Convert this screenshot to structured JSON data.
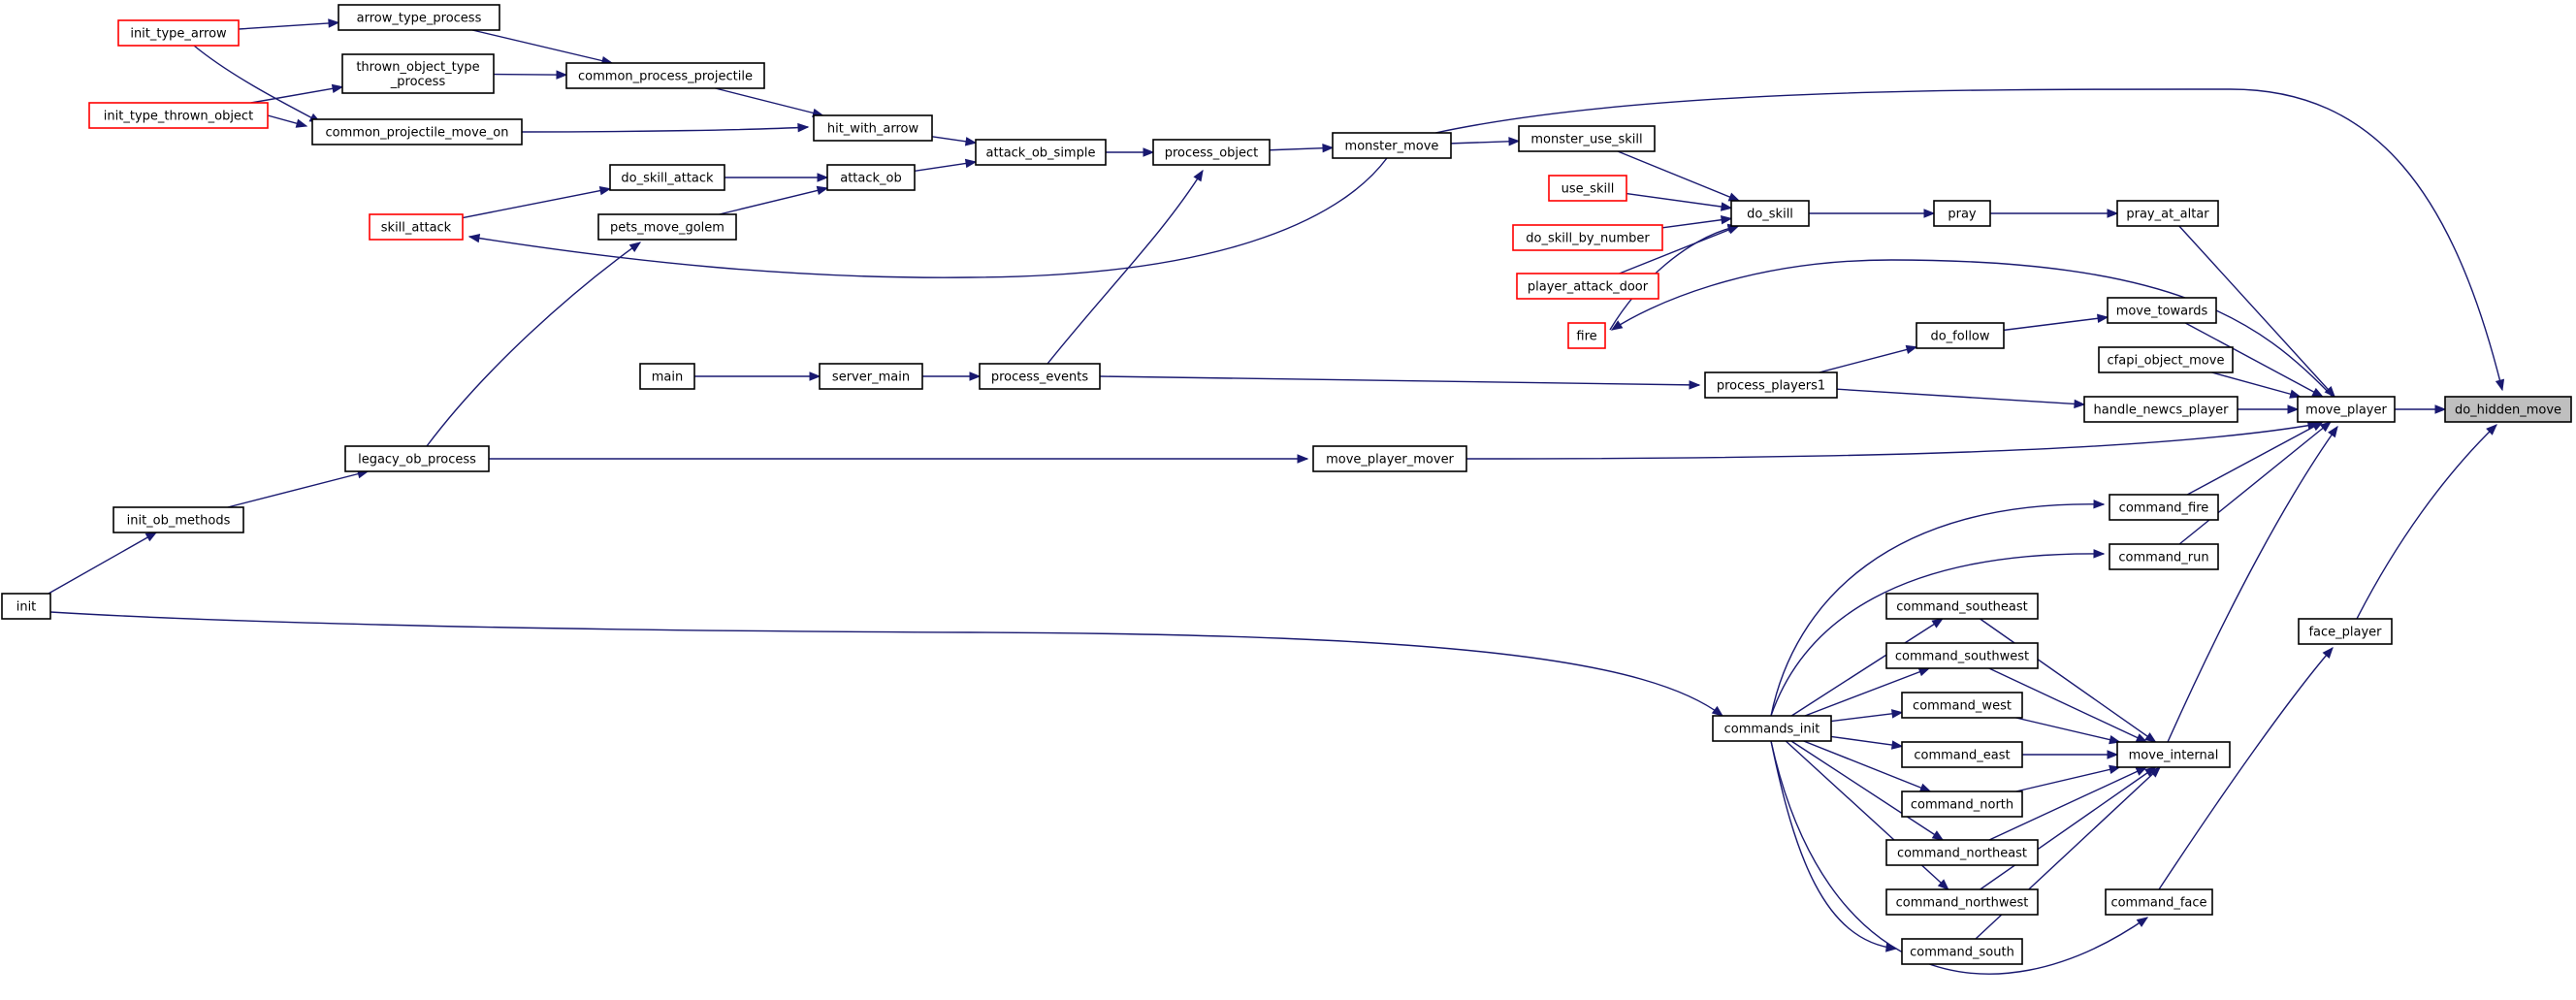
{
  "graph": {
    "title": "do_hidden_move",
    "colors": {
      "edge": "#191970",
      "node_border": "#000000",
      "truncated_border": "#ff0000",
      "root_fill": "#bfbfbf",
      "node_fill": "#ffffff"
    },
    "nodes": [
      {
        "id": "do_hidden_move",
        "label": "do_hidden_move",
        "kind": "root"
      },
      {
        "id": "move_player",
        "label": "move_player",
        "kind": "normal"
      },
      {
        "id": "face_player",
        "label": "face_player",
        "kind": "normal"
      },
      {
        "id": "move_internal",
        "label": "move_internal",
        "kind": "normal"
      },
      {
        "id": "command_face",
        "label": "command_face",
        "kind": "normal"
      },
      {
        "id": "pray_at_altar",
        "label": "pray_at_altar",
        "kind": "normal"
      },
      {
        "id": "move_towards",
        "label": "move_towards",
        "kind": "normal"
      },
      {
        "id": "cfapi_object_move",
        "label": "cfapi_object_move",
        "kind": "normal"
      },
      {
        "id": "handle_newcs_player",
        "label": "handle_newcs_player",
        "kind": "normal"
      },
      {
        "id": "command_fire",
        "label": "command_fire",
        "kind": "normal"
      },
      {
        "id": "command_run",
        "label": "command_run",
        "kind": "normal"
      },
      {
        "id": "pray",
        "label": "pray",
        "kind": "normal"
      },
      {
        "id": "do_follow",
        "label": "do_follow",
        "kind": "normal"
      },
      {
        "id": "do_skill",
        "label": "do_skill",
        "kind": "normal"
      },
      {
        "id": "monster_use_skill",
        "label": "monster_use_skill",
        "kind": "normal"
      },
      {
        "id": "use_skill",
        "label": "use_skill",
        "kind": "truncated"
      },
      {
        "id": "do_skill_by_number",
        "label": "do_skill_by_number",
        "kind": "truncated"
      },
      {
        "id": "player_attack_door",
        "label": "player_attack_door",
        "kind": "truncated"
      },
      {
        "id": "fire",
        "label": "fire",
        "kind": "truncated"
      },
      {
        "id": "process_players1",
        "label": "process_players1",
        "kind": "normal"
      },
      {
        "id": "monster_move",
        "label": "monster_move",
        "kind": "normal"
      },
      {
        "id": "move_player_mover",
        "label": "move_player_mover",
        "kind": "normal"
      },
      {
        "id": "commands_init",
        "label": "commands_init",
        "kind": "normal"
      },
      {
        "id": "command_southeast",
        "label": "command_southeast",
        "kind": "normal"
      },
      {
        "id": "command_southwest",
        "label": "command_southwest",
        "kind": "normal"
      },
      {
        "id": "command_west",
        "label": "command_west",
        "kind": "normal"
      },
      {
        "id": "command_east",
        "label": "command_east",
        "kind": "normal"
      },
      {
        "id": "command_north",
        "label": "command_north",
        "kind": "normal"
      },
      {
        "id": "command_northeast",
        "label": "command_northeast",
        "kind": "normal"
      },
      {
        "id": "command_northwest",
        "label": "command_northwest",
        "kind": "normal"
      },
      {
        "id": "command_south",
        "label": "command_south",
        "kind": "normal"
      },
      {
        "id": "process_object",
        "label": "process_object",
        "kind": "normal"
      },
      {
        "id": "process_events",
        "label": "process_events",
        "kind": "normal"
      },
      {
        "id": "server_main",
        "label": "server_main",
        "kind": "normal"
      },
      {
        "id": "main",
        "label": "main",
        "kind": "normal"
      },
      {
        "id": "attack_ob_simple",
        "label": "attack_ob_simple",
        "kind": "normal"
      },
      {
        "id": "hit_with_arrow",
        "label": "hit_with_arrow",
        "kind": "normal"
      },
      {
        "id": "attack_ob",
        "label": "attack_ob",
        "kind": "normal"
      },
      {
        "id": "common_process_projectile",
        "label": "common_process_projectile",
        "kind": "normal"
      },
      {
        "id": "arrow_type_process",
        "label": "arrow_type_process",
        "kind": "normal"
      },
      {
        "id": "thrown_object_type_process",
        "label": "thrown_object_type\n_process",
        "kind": "normal"
      },
      {
        "id": "common_projectile_move_on",
        "label": "common_projectile_move_on",
        "kind": "normal"
      },
      {
        "id": "init_type_arrow",
        "label": "init_type_arrow",
        "kind": "truncated"
      },
      {
        "id": "init_type_thrown_object",
        "label": "init_type_thrown_object",
        "kind": "truncated"
      },
      {
        "id": "do_skill_attack",
        "label": "do_skill_attack",
        "kind": "normal"
      },
      {
        "id": "pets_move_golem",
        "label": "pets_move_golem",
        "kind": "normal"
      },
      {
        "id": "skill_attack",
        "label": "skill_attack",
        "kind": "truncated"
      },
      {
        "id": "legacy_ob_process",
        "label": "legacy_ob_process",
        "kind": "normal"
      },
      {
        "id": "init_ob_methods",
        "label": "init_ob_methods",
        "kind": "normal"
      },
      {
        "id": "init",
        "label": "init",
        "kind": "normal"
      }
    ],
    "edges": [
      [
        "move_player",
        "do_hidden_move"
      ],
      [
        "face_player",
        "do_hidden_move"
      ],
      [
        "monster_move",
        "do_hidden_move"
      ],
      [
        "pray_at_altar",
        "move_player"
      ],
      [
        "move_towards",
        "move_player"
      ],
      [
        "cfapi_object_move",
        "move_player"
      ],
      [
        "handle_newcs_player",
        "move_player"
      ],
      [
        "move_player_mover",
        "move_player"
      ],
      [
        "command_fire",
        "move_player"
      ],
      [
        "command_run",
        "move_player"
      ],
      [
        "move_internal",
        "move_player"
      ],
      [
        "move_player",
        "fire"
      ],
      [
        "command_face",
        "face_player"
      ],
      [
        "pray",
        "pray_at_altar"
      ],
      [
        "do_skill",
        "pray"
      ],
      [
        "monster_use_skill",
        "do_skill"
      ],
      [
        "use_skill",
        "do_skill"
      ],
      [
        "do_skill_by_number",
        "do_skill"
      ],
      [
        "player_attack_door",
        "do_skill"
      ],
      [
        "fire",
        "do_skill"
      ],
      [
        "monster_move",
        "monster_use_skill"
      ],
      [
        "monster_move",
        "skill_attack"
      ],
      [
        "do_follow",
        "move_towards"
      ],
      [
        "process_players1",
        "do_follow"
      ],
      [
        "process_players1",
        "handle_newcs_player"
      ],
      [
        "process_events",
        "process_players1"
      ],
      [
        "server_main",
        "process_events"
      ],
      [
        "main",
        "server_main"
      ],
      [
        "process_events",
        "process_object"
      ],
      [
        "process_object",
        "monster_move"
      ],
      [
        "attack_ob_simple",
        "process_object"
      ],
      [
        "hit_with_arrow",
        "attack_ob_simple"
      ],
      [
        "attack_ob",
        "attack_ob_simple"
      ],
      [
        "common_process_projectile",
        "hit_with_arrow"
      ],
      [
        "common_projectile_move_on",
        "hit_with_arrow"
      ],
      [
        "arrow_type_process",
        "common_process_projectile"
      ],
      [
        "thrown_object_type_process",
        "common_process_projectile"
      ],
      [
        "init_type_arrow",
        "arrow_type_process"
      ],
      [
        "init_type_arrow",
        "common_projectile_move_on"
      ],
      [
        "init_type_thrown_object",
        "thrown_object_type_process"
      ],
      [
        "init_type_thrown_object",
        "common_projectile_move_on"
      ],
      [
        "do_skill_attack",
        "attack_ob"
      ],
      [
        "pets_move_golem",
        "attack_ob"
      ],
      [
        "skill_attack",
        "do_skill_attack"
      ],
      [
        "legacy_ob_process",
        "pets_move_golem"
      ],
      [
        "legacy_ob_process",
        "move_player_mover"
      ],
      [
        "init_ob_methods",
        "legacy_ob_process"
      ],
      [
        "init",
        "init_ob_methods"
      ],
      [
        "init",
        "commands_init"
      ],
      [
        "commands_init",
        "command_fire"
      ],
      [
        "commands_init",
        "command_run"
      ],
      [
        "commands_init",
        "command_southeast"
      ],
      [
        "commands_init",
        "command_southwest"
      ],
      [
        "commands_init",
        "command_west"
      ],
      [
        "commands_init",
        "command_east"
      ],
      [
        "commands_init",
        "command_north"
      ],
      [
        "commands_init",
        "command_northeast"
      ],
      [
        "commands_init",
        "command_northwest"
      ],
      [
        "commands_init",
        "command_south"
      ],
      [
        "commands_init",
        "command_face"
      ],
      [
        "command_southeast",
        "move_internal"
      ],
      [
        "command_southwest",
        "move_internal"
      ],
      [
        "command_west",
        "move_internal"
      ],
      [
        "command_east",
        "move_internal"
      ],
      [
        "command_north",
        "move_internal"
      ],
      [
        "command_northeast",
        "move_internal"
      ],
      [
        "command_northwest",
        "move_internal"
      ],
      [
        "command_south",
        "move_internal"
      ]
    ]
  }
}
